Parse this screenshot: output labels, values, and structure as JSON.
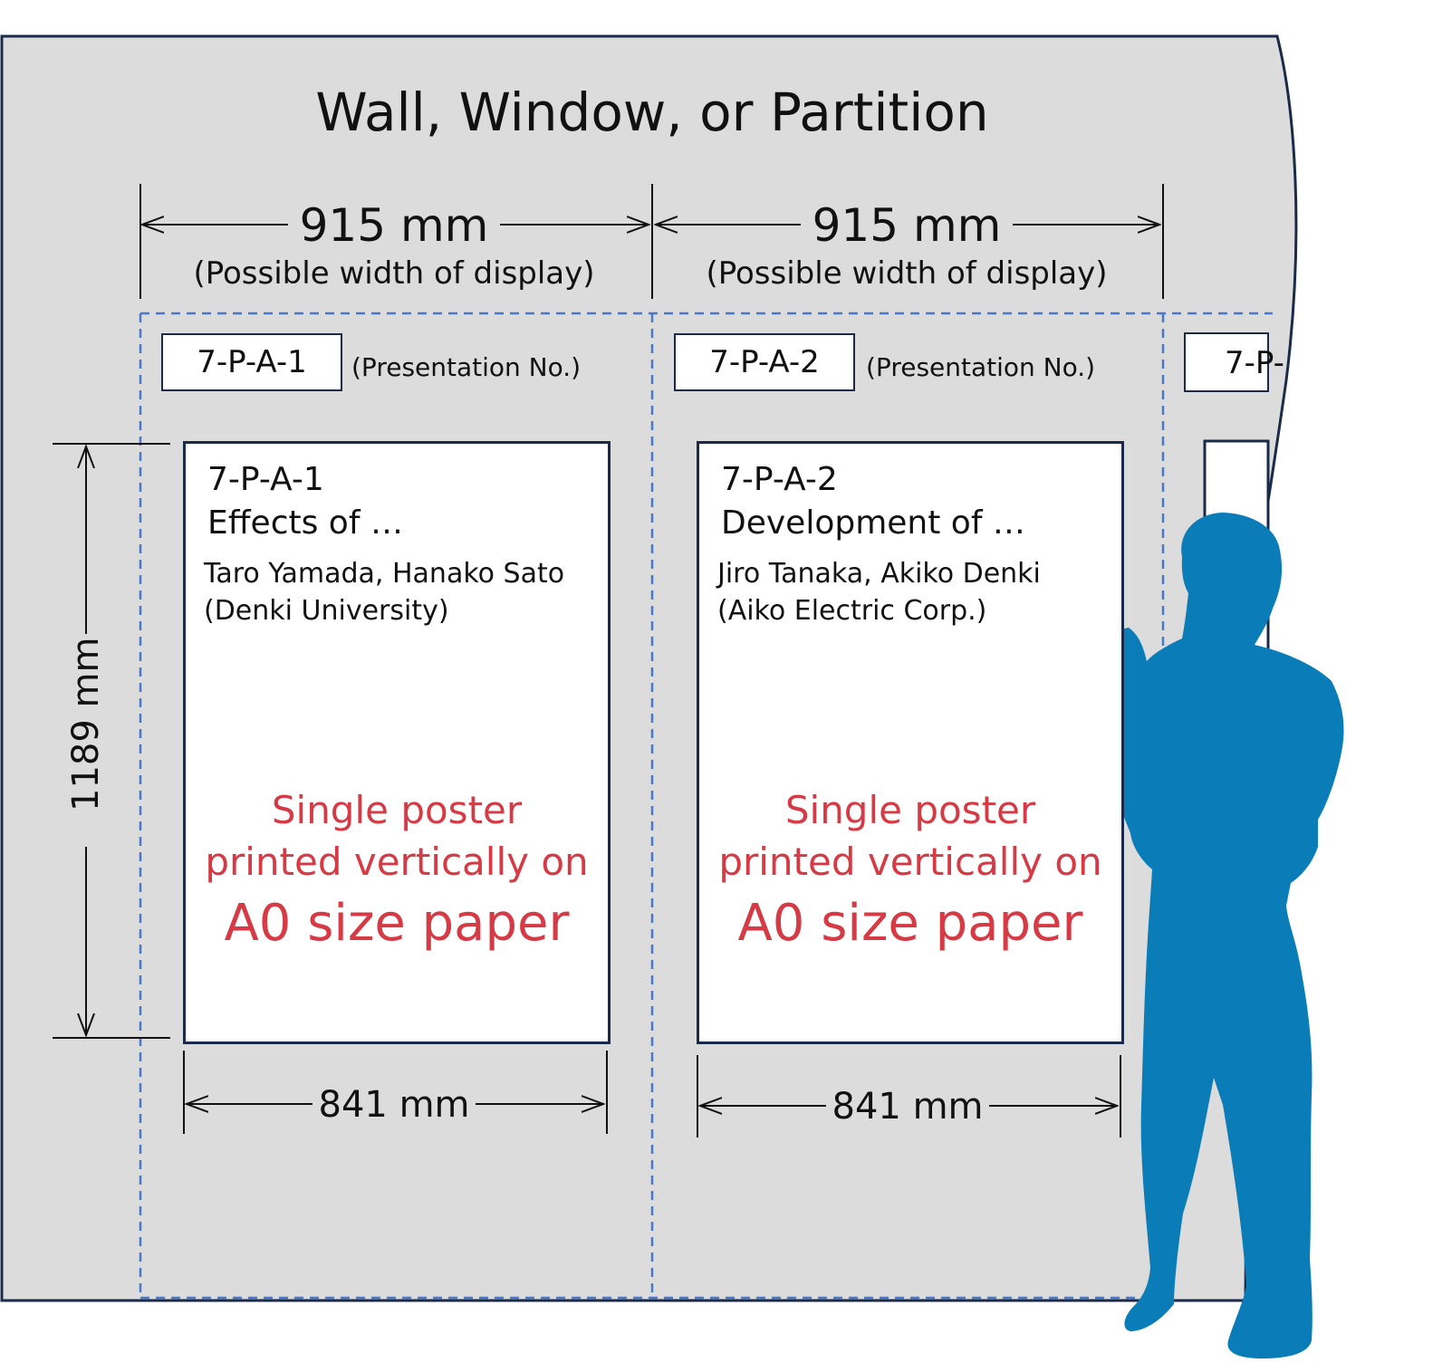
{
  "title": "Wall, Window, or Partition",
  "display_width": {
    "value": "915 mm",
    "note": "(Possible width of display)"
  },
  "poster_height": "1189 mm",
  "poster_width": "841 mm",
  "presentation_label": "(Presentation No.)",
  "posters": [
    {
      "id": "7-P-A-1",
      "title": "Effects of …",
      "authors": "Taro Yamada, Hanako Sato",
      "affiliation": "(Denki University)"
    },
    {
      "id": "7-P-A-2",
      "title": "Development of …",
      "authors": "Jiro Tanaka, Akiko Denki",
      "affiliation": "(Aiko Electric Corp.)"
    }
  ],
  "third_id_partial": "7-P-",
  "poster_note": {
    "line1": "Single poster",
    "line2": "printed vertically on",
    "line3": "A0 size paper"
  },
  "colors": {
    "wall": "#dcdcdc",
    "wall_outline": "#1a2a4a",
    "dashed": "#4a78c8",
    "note_red": "#d63a44",
    "person": "#0a7db8"
  },
  "icons": {
    "person": "person-silhouette-icon"
  }
}
